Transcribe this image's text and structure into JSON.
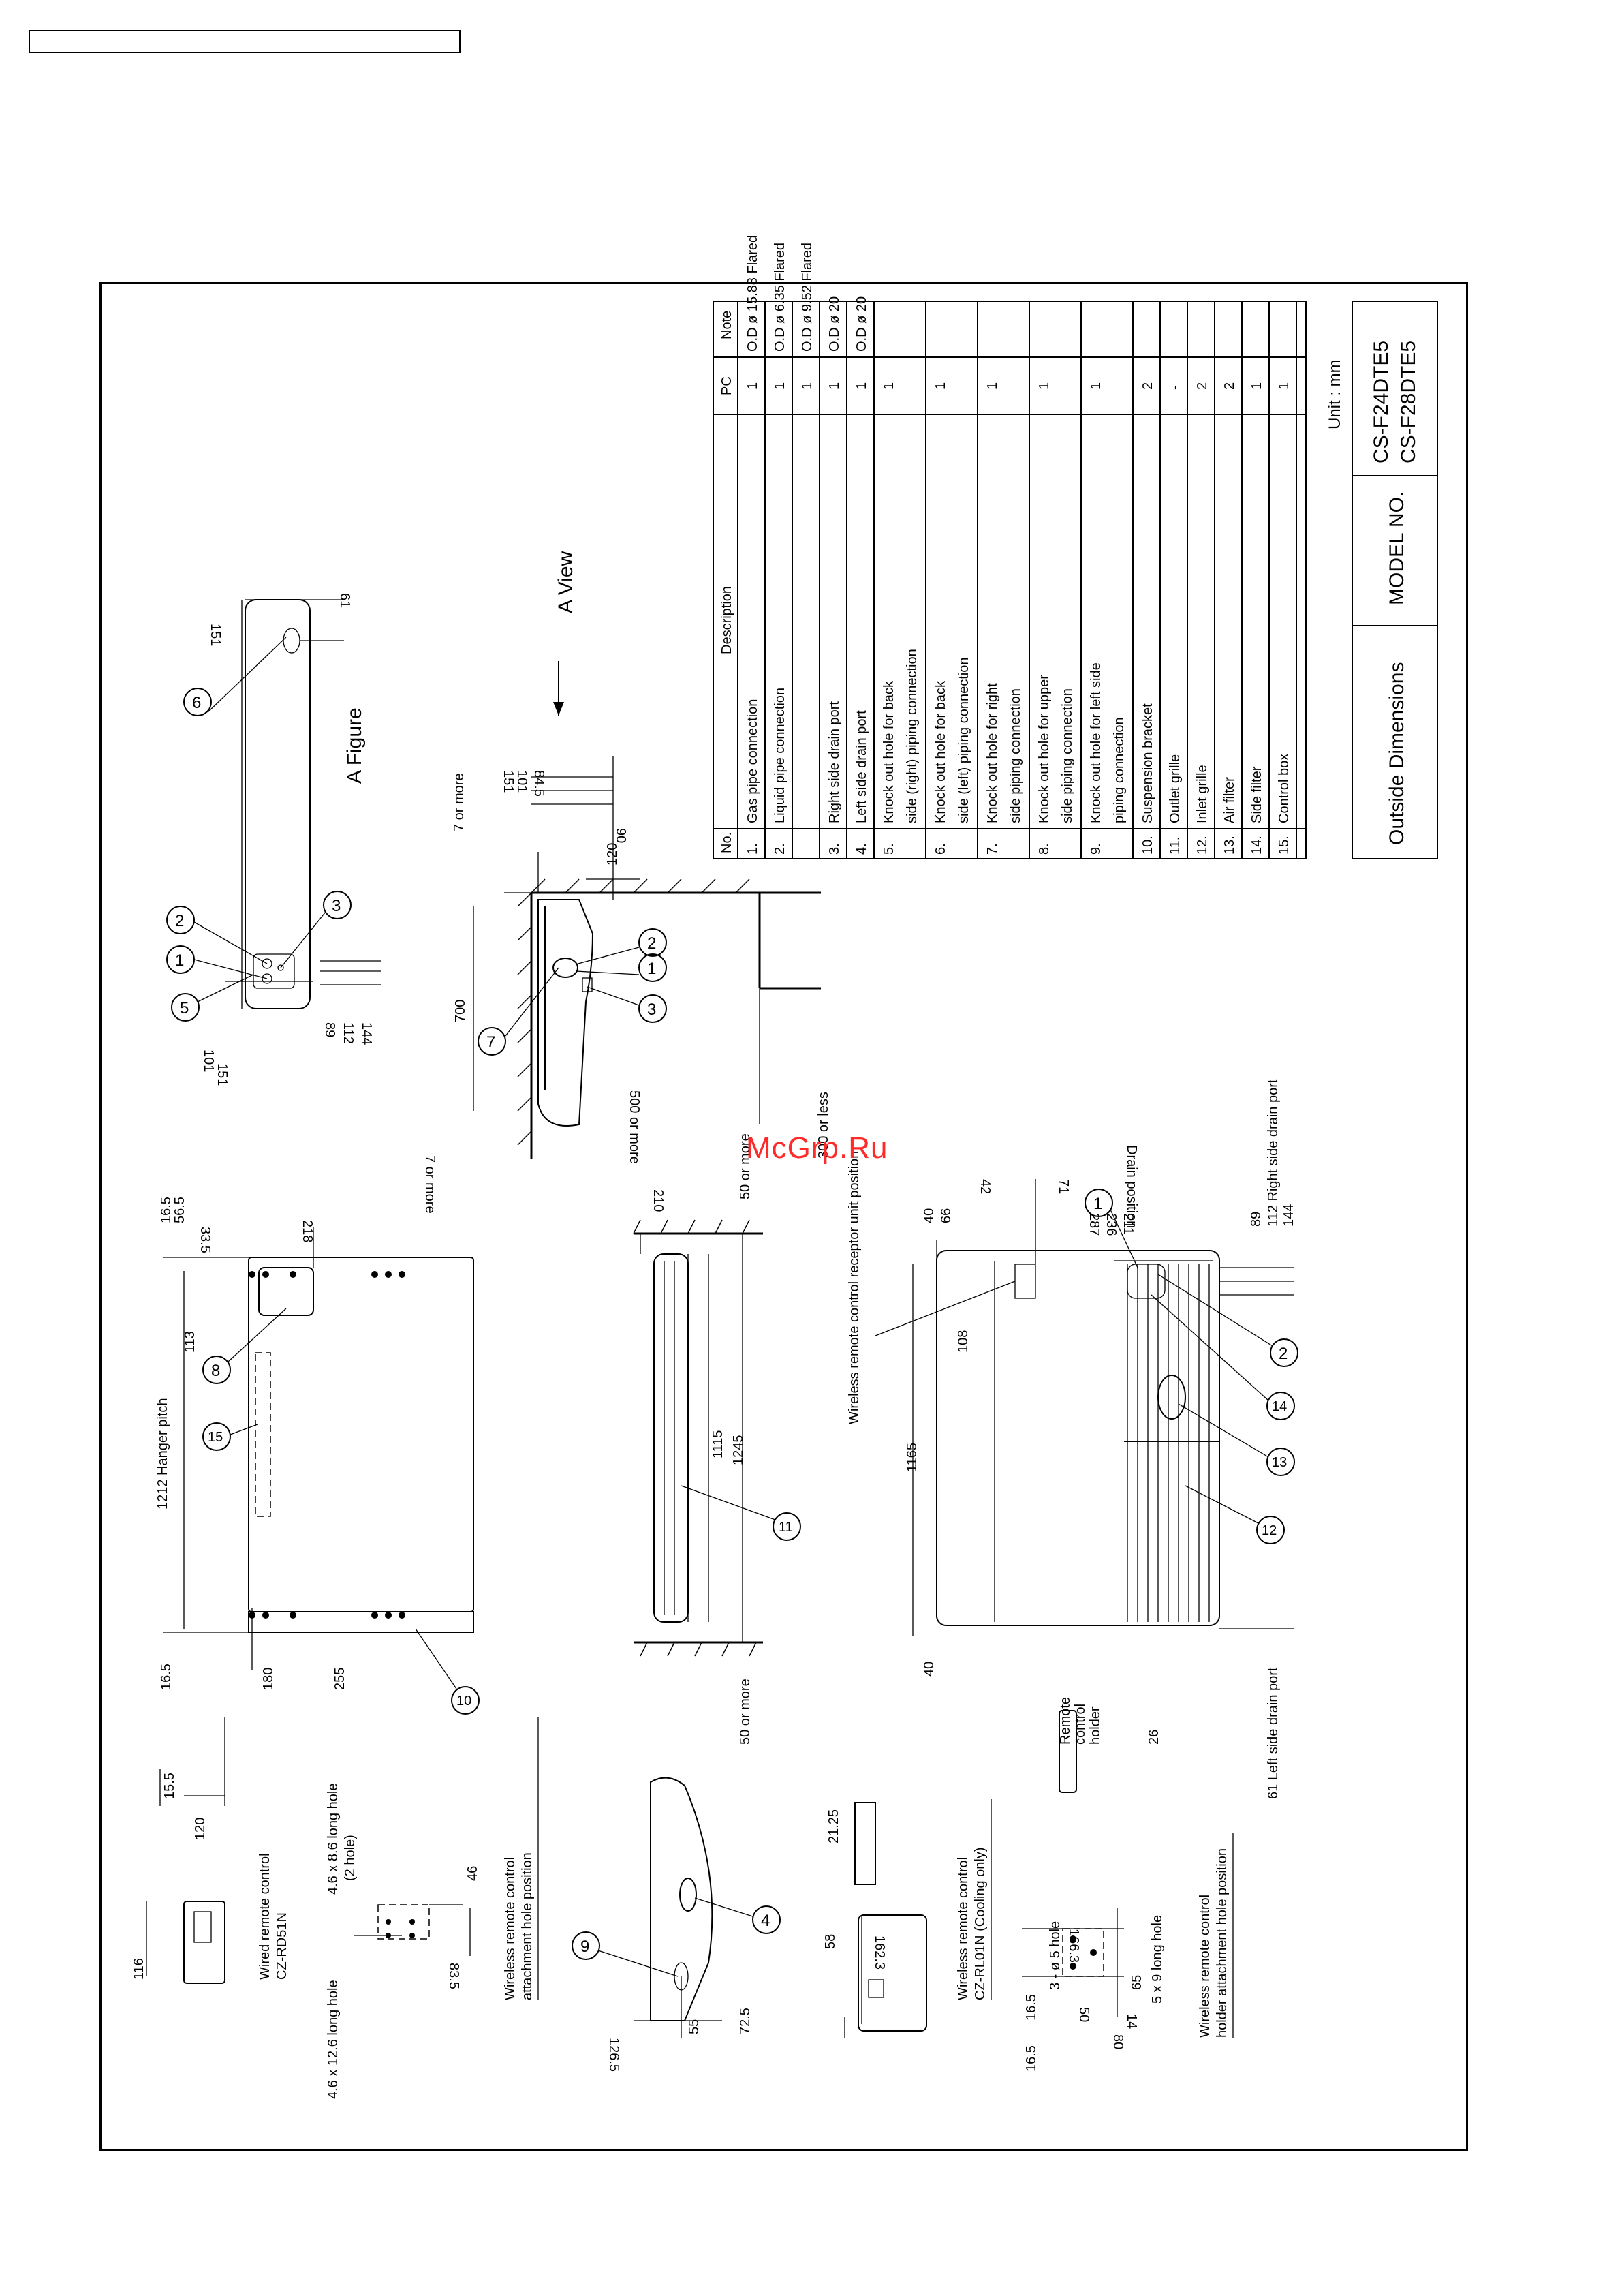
{
  "header": {
    "label": ""
  },
  "watermark": "McGrp.Ru",
  "title_block": {
    "unit": "Unit : mm",
    "drawing_title": "Outside Dimensions",
    "model_label": "MODEL NO.",
    "models": [
      "CS-F24DTE5",
      "CS-F28DTE5"
    ]
  },
  "parts_table": {
    "headers": {
      "no": "No.",
      "description": "Description",
      "pc": "PC",
      "note": "Note"
    },
    "rows": [
      {
        "no": "1.",
        "desc": [
          "Gas pipe connection"
        ],
        "pc": "1",
        "note": "O.D ø 15.88 Flared"
      },
      {
        "no": "2.",
        "desc": [
          "Liquid pipe connection"
        ],
        "pc": "1",
        "note": "O.D ø 6.35 Flared"
      },
      {
        "no": "",
        "desc": [
          ""
        ],
        "pc": "1",
        "note": "O.D ø 9.52 Flared"
      },
      {
        "no": "3.",
        "desc": [
          "Right side drain port"
        ],
        "pc": "1",
        "note": "O.D ø 20"
      },
      {
        "no": "4.",
        "desc": [
          "Left side drain port"
        ],
        "pc": "1",
        "note": "O.D ø 20"
      },
      {
        "no": "5.",
        "desc": [
          "Knock out hole for back",
          "side (right) piping connection"
        ],
        "pc": "1",
        "note": ""
      },
      {
        "no": "6.",
        "desc": [
          "Knock out hole for back",
          "side (left) piping connection"
        ],
        "pc": "1",
        "note": ""
      },
      {
        "no": "7.",
        "desc": [
          "Knock out hole for right",
          "side piping connection"
        ],
        "pc": "1",
        "note": ""
      },
      {
        "no": "8.",
        "desc": [
          "Knock out hole for upper",
          "side piping connection"
        ],
        "pc": "1",
        "note": ""
      },
      {
        "no": "9.",
        "desc": [
          "Knock out hole for left side",
          "piping connection"
        ],
        "pc": "1",
        "note": ""
      },
      {
        "no": "10.",
        "desc": [
          "Suspension bracket"
        ],
        "pc": "2",
        "note": ""
      },
      {
        "no": "11.",
        "desc": [
          "Outlet grille"
        ],
        "pc": "-",
        "note": ""
      },
      {
        "no": "12.",
        "desc": [
          "Inlet grille"
        ],
        "pc": "2",
        "note": ""
      },
      {
        "no": "13.",
        "desc": [
          "Air filter"
        ],
        "pc": "2",
        "note": ""
      },
      {
        "no": "14.",
        "desc": [
          "Side filter"
        ],
        "pc": "1",
        "note": ""
      },
      {
        "no": "15.",
        "desc": [
          "Control box"
        ],
        "pc": "1",
        "note": ""
      }
    ]
  },
  "views": {
    "a_figure": {
      "title": "A Figure",
      "dims": [
        "151",
        "61",
        "101",
        "151",
        "89",
        "112",
        "144"
      ],
      "callouts": [
        "1",
        "2",
        "3",
        "5",
        "6"
      ]
    },
    "side_view": {
      "title": "A View",
      "dims": [
        "7 or more",
        "700",
        "7 or more",
        "151",
        "101",
        "84.5",
        "90",
        "120",
        "500 or more",
        "300 or less"
      ],
      "callouts": [
        "1",
        "2",
        "3",
        "7"
      ]
    },
    "top_view": {
      "dims": [
        "16.5",
        "56.5",
        "33.5",
        "218",
        "113",
        "1212 Hanger pitch",
        "16.5",
        "180",
        "255"
      ],
      "callouts": [
        "8",
        "15",
        "10"
      ]
    },
    "rear_view": {
      "dims": [
        "210",
        "50 or more",
        "1115",
        "1245",
        "50 or more"
      ],
      "callouts": [
        "11"
      ]
    },
    "front_view": {
      "dims": [
        "40",
        "66",
        "42",
        "71",
        "287",
        "236",
        "211",
        "89",
        "112 Right side drain port",
        "144",
        "108",
        "1165",
        "40",
        "61 Left side drain port"
      ],
      "labels": [
        "Drain position",
        "Wireless remote control receptor unit position"
      ],
      "callouts": [
        "1",
        "2",
        "12",
        "13",
        "14"
      ]
    },
    "accessories": {
      "wired_remote": {
        "label": [
          "Wired remote control",
          "CZ-RD51N"
        ],
        "dims": [
          "116",
          "120",
          "15.5"
        ]
      },
      "wireless_hole": {
        "label": [
          "Wireless remote control",
          "attachment hole position"
        ],
        "dims": [
          "4.6 x 8.6 long hole",
          "(2 hole)",
          "4.6 x 12.6 long hole",
          "46",
          "83.5"
        ]
      },
      "left_side": {
        "dims": [
          "126.5",
          "55",
          "72.5"
        ],
        "callouts": [
          "9",
          "4"
        ]
      },
      "wireless_remote": {
        "label": [
          "Wireless remote control",
          "CZ-RL01N (Cooling only)"
        ],
        "dims": [
          "58",
          "162.3",
          "21.25"
        ]
      },
      "holder": {
        "label": [
          "Wireless remote control",
          "holder attachment hole position"
        ],
        "dims": [
          "16.5",
          "166.3",
          "3 - ø 5 hole",
          "5 x 9 long hole",
          "16.5",
          "50",
          "80",
          "14",
          "65",
          "26"
        ],
        "holder_label": [
          "Remote",
          "control",
          "holder"
        ]
      }
    }
  }
}
